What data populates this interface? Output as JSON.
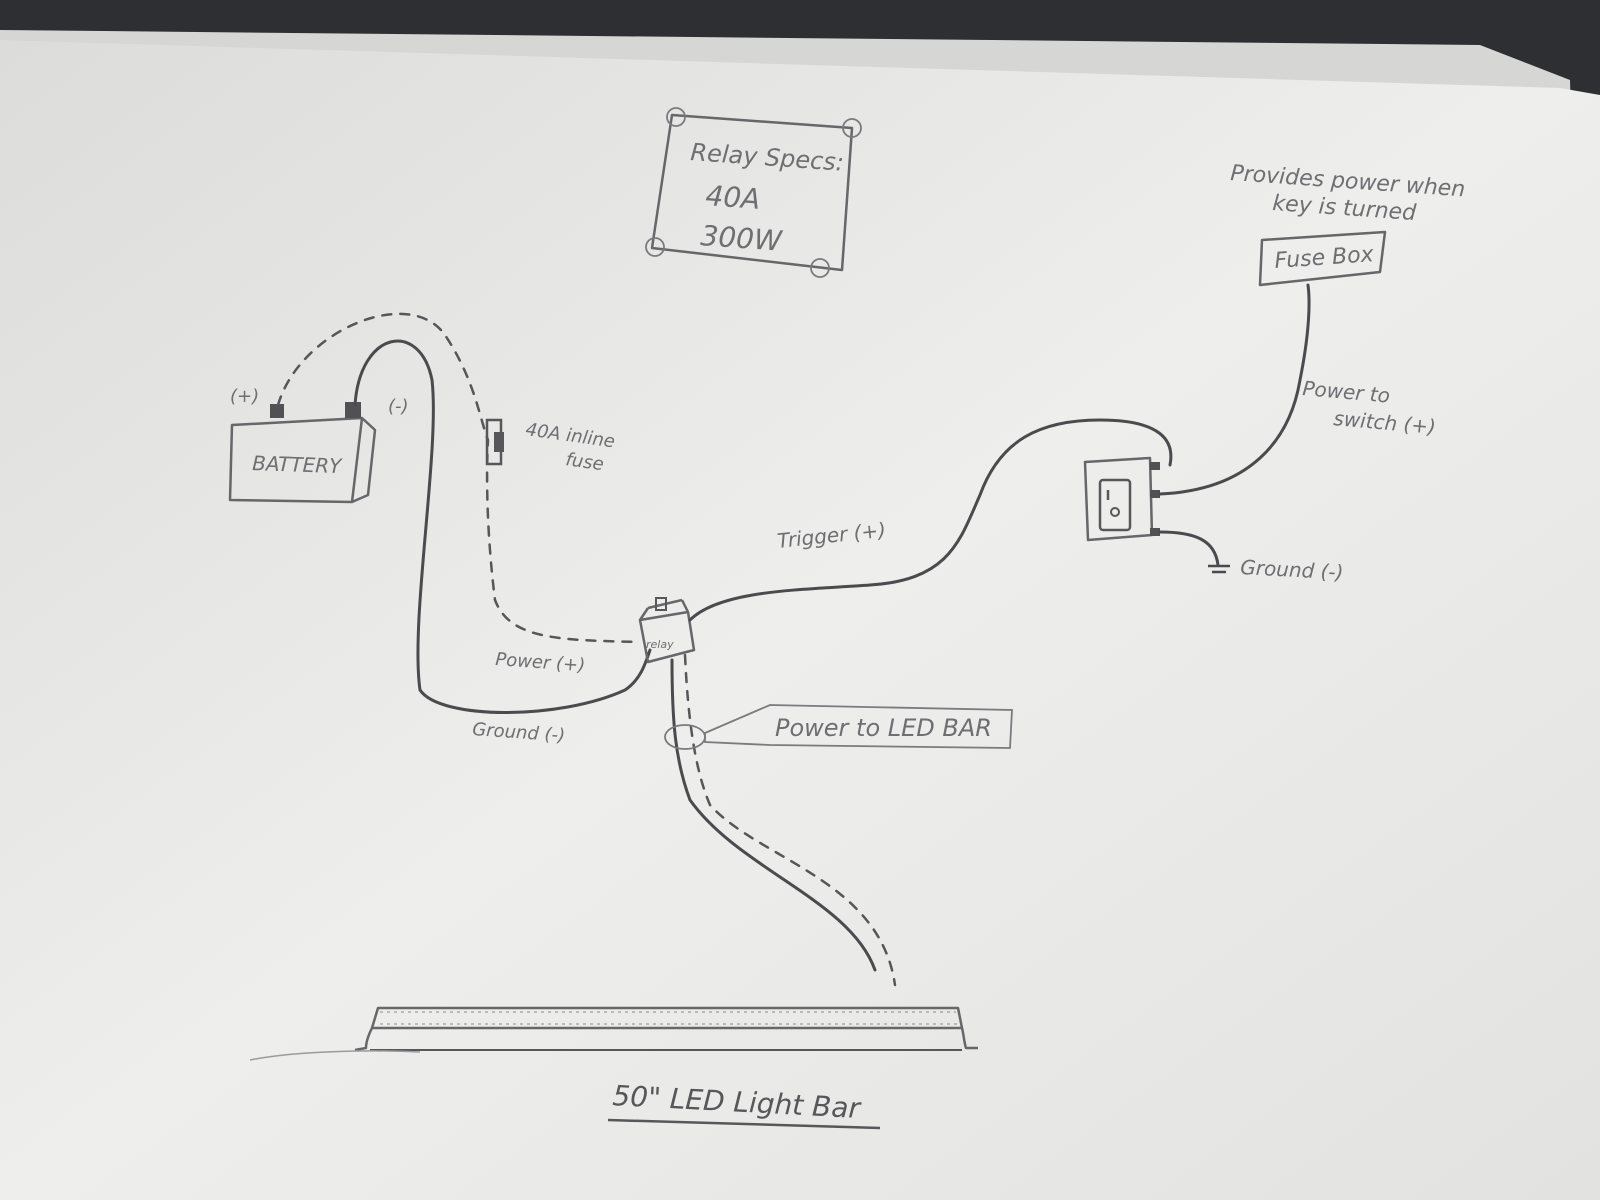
{
  "diagram": {
    "relay_specs": {
      "title": "Relay Specs:",
      "amps": "40A",
      "watts": "300W"
    },
    "battery": {
      "label": "BATTERY",
      "positive": "(+)",
      "negative": "(-)"
    },
    "inline_fuse": {
      "line1": "40A inline",
      "line2": "fuse"
    },
    "relay_label": "relay",
    "fuse_box": {
      "note_line1": "Provides power when",
      "note_line2": "key is turned",
      "label": "Fuse Box"
    },
    "switch_power": {
      "line1": "Power to",
      "line2": "switch (+)"
    },
    "switch_ground": "Ground (-)",
    "trigger": "Trigger (+)",
    "power_wire": "Power (+)",
    "ground_wire": "Ground (-)",
    "led_tag": "Power to LED BAR",
    "light_bar_title": "50\" LED Light Bar"
  },
  "colors": {
    "paper": "#ececea",
    "pencil": "#4a4a4f"
  }
}
